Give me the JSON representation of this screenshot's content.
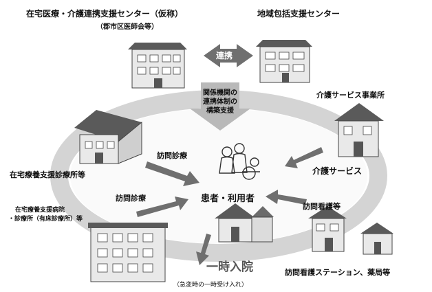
{
  "facilities": {
    "home_care_center": "在宅医療・介護連携支援センター（仮称）",
    "home_care_center_sub": "（郡市区医師会等）",
    "community_center": "地域包括支援センター",
    "care_service_office": "介護サービス事業所",
    "home_care_clinic": "在宅療養支援診療所等",
    "home_care_hospital_line1": "在宅療養支援病院",
    "home_care_hospital_line2": "・診療所（有床診療所）等",
    "nursing_station": "訪問看護ステーション、薬局等"
  },
  "center": {
    "patient": "患者・利用者",
    "support_line1": "関係機関の",
    "support_line2": "連携体制の",
    "support_line3": "構築支援"
  },
  "arrows": {
    "cooperation": "連携",
    "home_visit_top": "訪問診療",
    "home_visit_left": "訪問診療",
    "care_service": "介護サービス",
    "home_nursing": "訪問看護等",
    "temp_admission": "一時入院",
    "admission_note": "（急変時の一時受け入れ）"
  },
  "colors": {
    "ring": "#d6d6d6",
    "arrow": "#6f6f6f",
    "building_roof": "#5a5a5a",
    "building_wall": "#e9e9e9"
  }
}
